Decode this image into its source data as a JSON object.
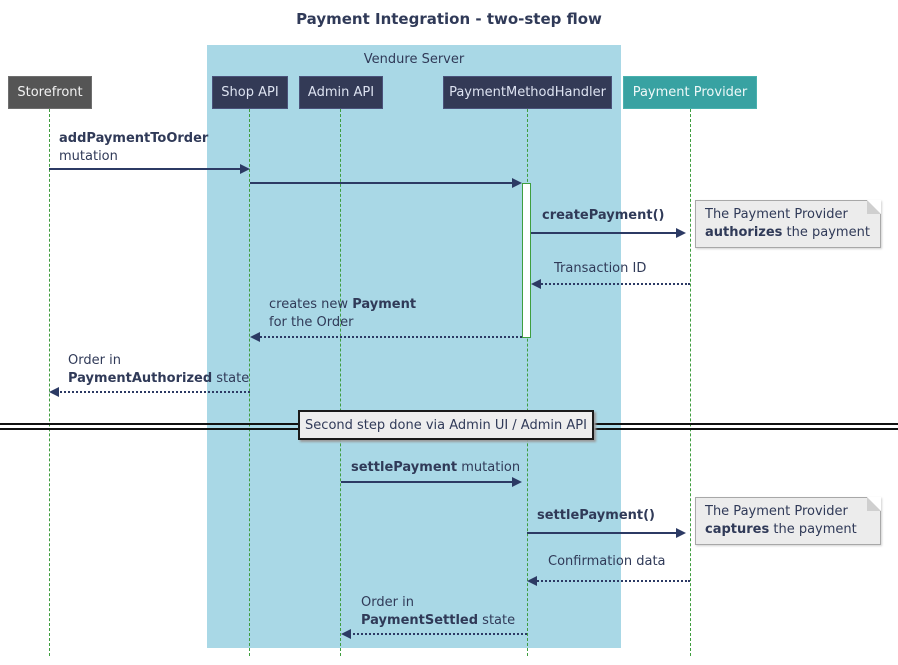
{
  "title": "Payment Integration - two-step flow",
  "container": {
    "label": "Vendure Server"
  },
  "participants": {
    "storefront": "Storefront",
    "shop_api": "Shop API",
    "admin_api": "Admin API",
    "payment_method_handler": "PaymentMethodHandler",
    "payment_provider": "Payment Provider"
  },
  "messages": {
    "add_payment_bold": "addPaymentToOrder",
    "add_payment_rest": "mutation",
    "create_payment": "createPayment()",
    "transaction_id": "Transaction ID",
    "creates_new_pre": "creates new ",
    "creates_new_bold": "Payment",
    "creates_new_line2": "for the Order",
    "order_in_1": "Order in",
    "payment_authorized_bold": "PaymentAuthorized",
    "payment_authorized_rest": " state",
    "settle_mutation_bold": "settlePayment",
    "settle_mutation_rest": " mutation",
    "settle_payment_call": "settlePayment()",
    "confirmation_data": "Confirmation data",
    "order_in_2": "Order in",
    "payment_settled_bold": "PaymentSettled",
    "payment_settled_rest": " state"
  },
  "notes": {
    "authorize_line1": "The Payment Provider",
    "authorize_bold": "authorizes",
    "authorize_rest": " the payment",
    "capture_line1": "The Payment Provider",
    "capture_bold": "captures",
    "capture_rest": " the payment"
  },
  "divider": {
    "label": "Second step done via Admin UI / Admin API"
  },
  "colors": {
    "vendure_group_bg": "#a9d8e6",
    "participant_navy_bg": "#333a56",
    "storefront_gray_bg": "#555555",
    "payment_provider_teal_bg": "#38a2a2",
    "lifeline_green": "#3f9e3f",
    "arrow_navy": "#2c3a64",
    "text_navy": "#303a58",
    "note_bg": "#ececec"
  }
}
